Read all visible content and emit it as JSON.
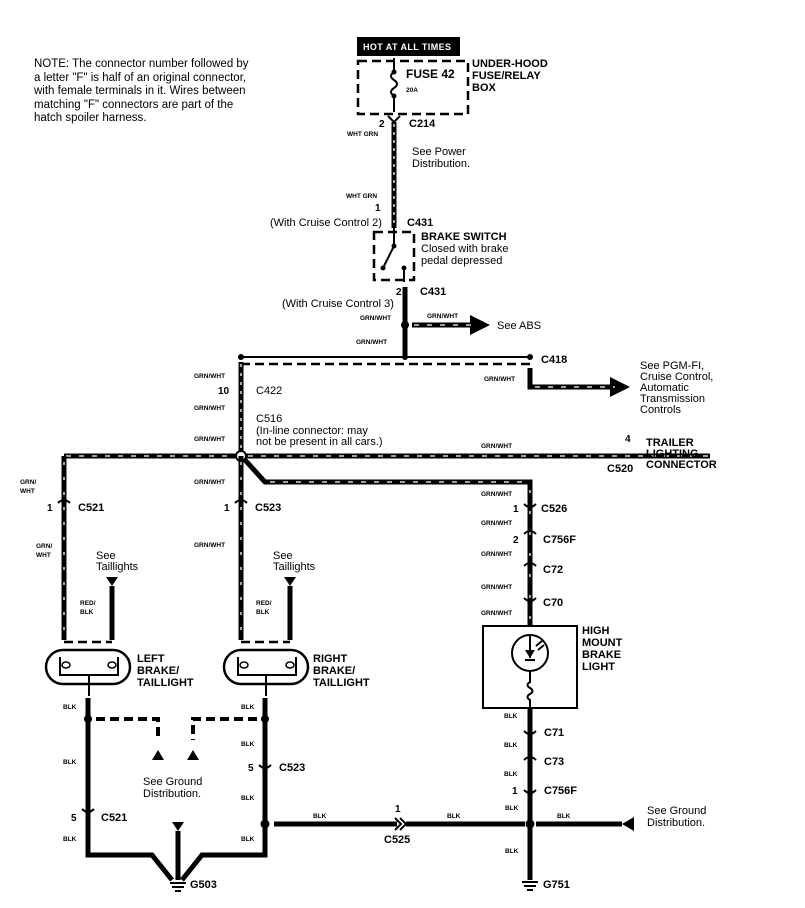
{
  "note": {
    "lines": [
      "NOTE: The connector number followed by",
      "a letter \"F\" is half of an original connector,",
      "with female terminals in it. Wires between",
      "matching \"F\" connectors are part of the",
      "hatch spoiler harness."
    ]
  },
  "power": {
    "hot_label": "HOT AT ALL TIMES",
    "fuse_name": "FUSE 42",
    "fuse_rating": "20A",
    "box_label": [
      "UNDER-HOOD",
      "FUSE/RELAY",
      "BOX"
    ],
    "see_power": [
      "See Power",
      "Distribution."
    ]
  },
  "brake_switch": {
    "title": "BRAKE SWITCH",
    "desc": [
      "Closed with brake",
      "pedal depressed"
    ],
    "cruise2": "(With Cruise Control 2)",
    "cruise3": "(With Cruise Control 3)"
  },
  "connectors": {
    "c214": "C214",
    "c431_top": "C431",
    "c431_bot": "C431",
    "c418": "C418",
    "c422": "C422",
    "c516": "C516",
    "c520": "C520",
    "c521_top": "C521",
    "c523_top": "C523",
    "c526": "C526",
    "c756f_top": "C756F",
    "c72": "C72",
    "c70": "C70",
    "c71": "C71",
    "c73": "C73",
    "c756f_bot": "C756F",
    "c523_bot": "C523",
    "c521_bot": "C521",
    "c525": "C525"
  },
  "pins": {
    "c214": "2",
    "c431_top": "1",
    "c431_bot": "2",
    "c422": "10",
    "c520": "4",
    "c521_top": "1",
    "c523_top": "1",
    "c526": "1",
    "c756f_top": "2",
    "c756f_bot": "1",
    "c523_bot": "5",
    "c521_bot": "5",
    "c525": "1"
  },
  "c516_note": [
    "(In-line connector: may",
    "not be present in all cars.)"
  ],
  "wire_colors": {
    "wht_grn": "WHT GRN",
    "grn_wht": "GRN/WHT",
    "grn_wht_split": [
      "GRN/",
      "WHT"
    ],
    "red_blk": [
      "RED/",
      "BLK"
    ],
    "blk": "BLK"
  },
  "destinations": {
    "abs": "See ABS",
    "pgm": [
      "See PGM-FI,",
      "Cruise Control,",
      "Automatic",
      "Transmission",
      "Controls"
    ],
    "trailer": [
      "TRAILER",
      "LIGHTING",
      "CONNECTOR"
    ],
    "taillights": [
      "See",
      "Taillights"
    ],
    "ground_dist": [
      "See Ground",
      "Distribution."
    ]
  },
  "components": {
    "left_light": [
      "LEFT",
      "BRAKE/",
      "TAILLIGHT"
    ],
    "right_light": [
      "RIGHT",
      "BRAKE/",
      "TAILLIGHT"
    ],
    "high_mount": [
      "HIGH",
      "MOUNT",
      "BRAKE",
      "LIGHT"
    ]
  },
  "grounds": {
    "g503": "G503",
    "g751": "G751"
  }
}
